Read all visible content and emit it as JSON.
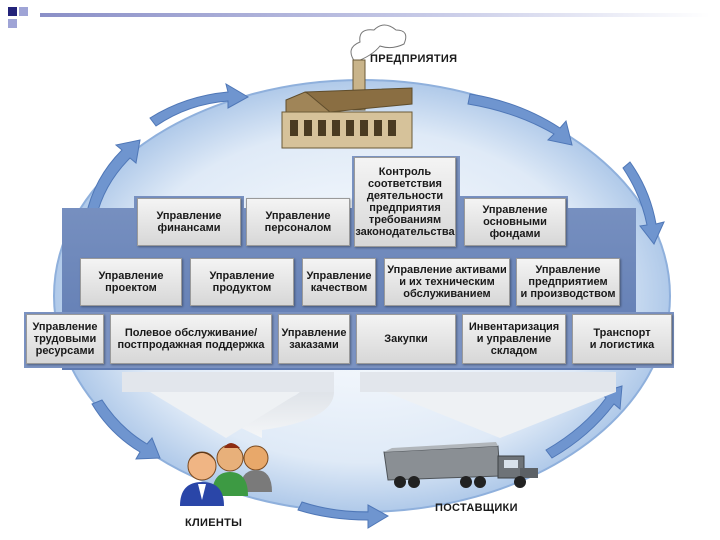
{
  "diagram": {
    "title": "ПРЕДПРИЯТИЯ",
    "customers_label": "КЛИЕНТЫ",
    "suppliers_label": "ПОСТАВЩИКИ",
    "top_box": "Контроль\nсоответствия\nдеятельности\nпредприятия\nтребованиям\nзаконодательства",
    "row1": [
      "Управление\nфинансами",
      "Управление\nперсоналом",
      "Управление\nосновными\nфондами"
    ],
    "row2": [
      "Управление\nпроектом",
      "Управление\nпродуктом",
      "Управление\nкачеством",
      "Управление активами\nи их техническим\nобслуживанием",
      "Управление\nпредприятием\nи производством"
    ],
    "row3": [
      "Управление\nтрудовыми\nресурсами",
      "Полевое обслуживание/\nпостпродажная поддержка",
      "Управление\nзаказами",
      "Закупки",
      "Инвентаризация\nи управление\nскладом",
      "Транспорт\nи логистика"
    ]
  },
  "colors": {
    "accent_blue": "#23237a",
    "panel_blue": "#6e86b8",
    "oval_blue": "#a9c4e6"
  }
}
